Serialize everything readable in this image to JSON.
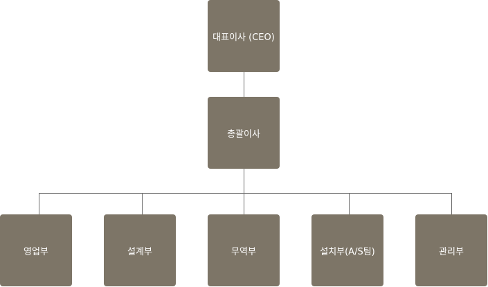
{
  "org_chart": {
    "ceo": {
      "label": "대표이사 (CEO)"
    },
    "general_director": {
      "label": "총괄이사"
    },
    "departments": [
      {
        "label": "영업부"
      },
      {
        "label": "설계부"
      },
      {
        "label": "무역부"
      },
      {
        "label": "설치부(A/S팀)"
      },
      {
        "label": "관리부"
      }
    ]
  },
  "colors": {
    "box_fill": "#7d7567",
    "box_text": "#ffffff",
    "connector": "#6b6b6b",
    "background": "#ffffff"
  }
}
